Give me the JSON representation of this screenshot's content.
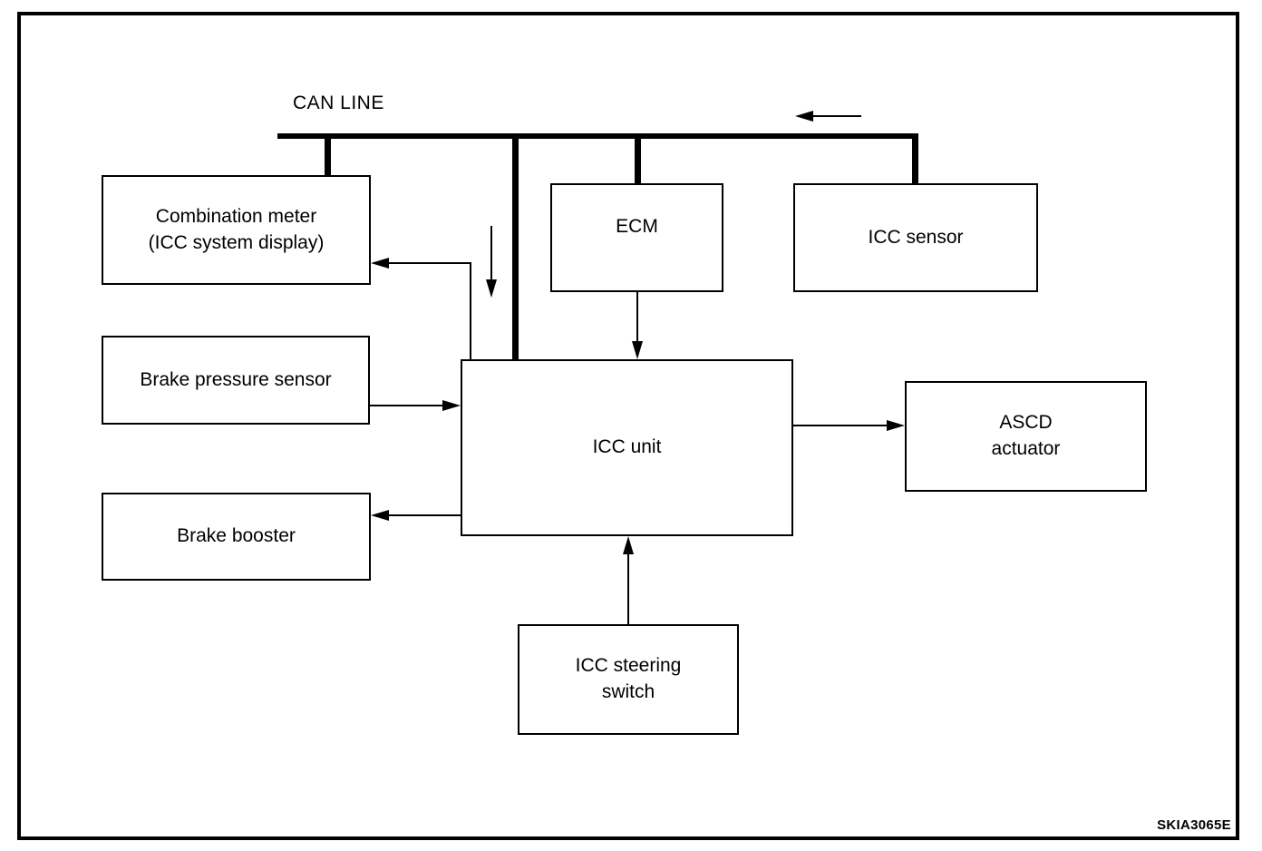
{
  "diagram": {
    "can_line_label": "CAN LINE",
    "watermark": "SKIA3065E",
    "colors": {
      "line": "#000000",
      "background": "#ffffff",
      "text": "#000000"
    },
    "boxes": {
      "combination_meter": {
        "label": "Combination meter\n(ICC system display)"
      },
      "brake_pressure_sensor": {
        "label": "Brake pressure sensor"
      },
      "brake_booster": {
        "label": "Brake booster"
      },
      "ecm": {
        "label": "ECM"
      },
      "icc_sensor": {
        "label": "ICC sensor"
      },
      "icc_unit": {
        "label": "ICC unit"
      },
      "ascd_actuator": {
        "label": "ASCD\nactuator"
      },
      "icc_steering_switch": {
        "label": "ICC steering\nswitch"
      }
    },
    "edges": [
      {
        "from": "CAN LINE",
        "to": "Combination meter (ICC system display)",
        "style": "thick-bus-drop"
      },
      {
        "from": "CAN LINE",
        "to": "ICC unit",
        "style": "thick-bus-drop",
        "flow_arrow": "down"
      },
      {
        "from": "CAN LINE",
        "to": "ECM",
        "style": "thick-bus-drop"
      },
      {
        "from": "CAN LINE",
        "to": "ICC sensor",
        "style": "thick-bus-drop"
      },
      {
        "from": "ICC unit",
        "to": "Combination meter (ICC system display)",
        "style": "thin-arrow"
      },
      {
        "from": "ECM",
        "to": "ICC unit",
        "style": "thin-arrow"
      },
      {
        "from": "Brake pressure sensor",
        "to": "ICC unit",
        "style": "thin-arrow"
      },
      {
        "from": "ICC unit",
        "to": "Brake booster",
        "style": "thin-arrow"
      },
      {
        "from": "ICC unit",
        "to": "ASCD actuator",
        "style": "thin-arrow"
      },
      {
        "from": "ICC steering switch",
        "to": "ICC unit",
        "style": "thin-arrow"
      },
      {
        "on": "CAN LINE",
        "style": "flow-direction-arrow",
        "direction": "left"
      }
    ]
  }
}
